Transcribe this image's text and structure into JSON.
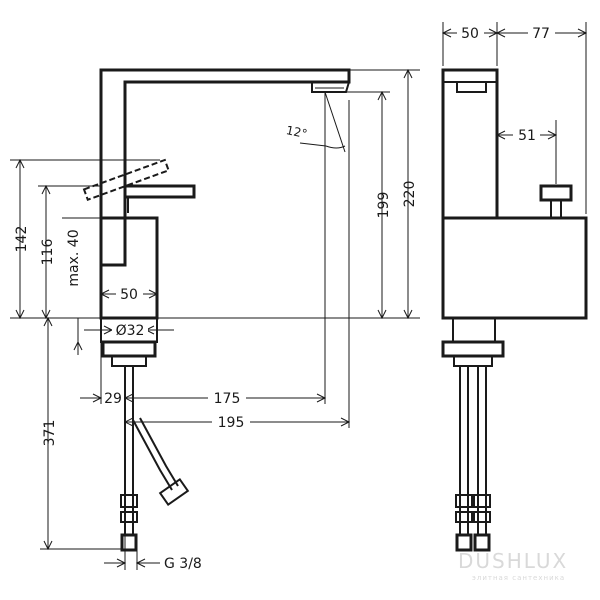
{
  "dimensions": {
    "spout_reach": "175",
    "total_reach": "195",
    "outlet_height": "199",
    "total_height": "220",
    "handle_height": "142",
    "body_height": "116",
    "max_deck": "max. 40",
    "base_width": "50",
    "base_diameter": "Ø32",
    "hose_offset": "29",
    "hose_length": "371",
    "connection": "G 3/8",
    "angle": "12°",
    "side_width": "50",
    "side_depth": "77",
    "handle_offset": "51"
  },
  "watermark": {
    "brand": "DUSHLUX",
    "tagline": "элитная сантехника"
  },
  "colors": {
    "line": "#1a1a1a",
    "watermark": "#d9d9d9"
  }
}
